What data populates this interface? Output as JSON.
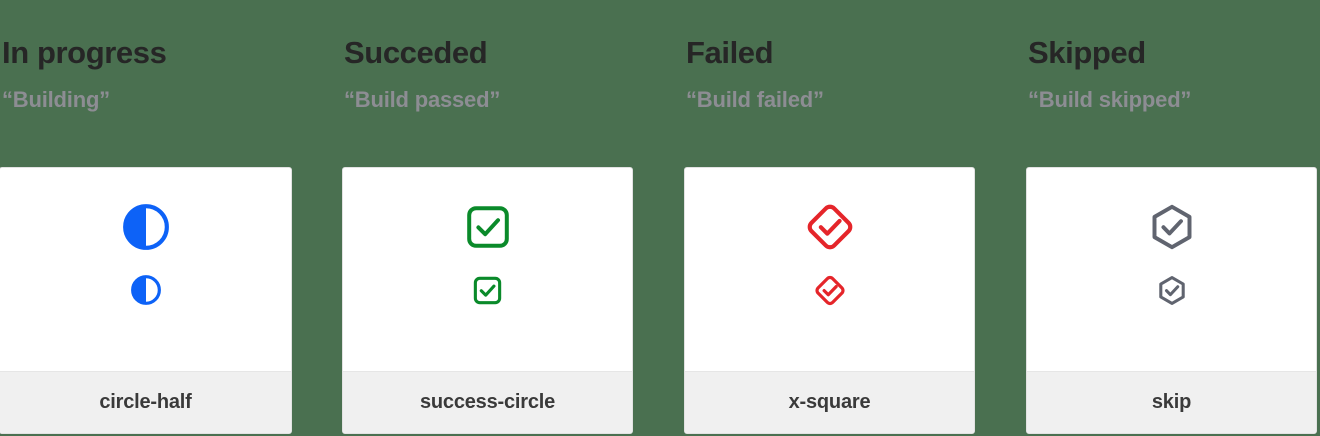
{
  "page": {
    "background_color": "#4a7050",
    "card_background": "#ffffff",
    "card_footer_background": "#f0f0f0"
  },
  "columns": [
    {
      "heading": "In progress",
      "subheading": "“Building”",
      "icon_name": "circle-half",
      "icon_label": "circle-half",
      "icon_color": "#0d62f7",
      "icon_kind": "circle-half"
    },
    {
      "heading": "Succeded",
      "subheading": "“Build passed”",
      "icon_name": "success-circle",
      "icon_label": "success-circle",
      "icon_color": "#0a8a2a",
      "icon_kind": "check-rounded-square"
    },
    {
      "heading": "Failed",
      "subheading": "“Build failed”",
      "icon_name": "x-square",
      "icon_label": "x-square",
      "icon_color": "#e5252a",
      "icon_kind": "check-diamond"
    },
    {
      "heading": "Skipped",
      "subheading": "“Build skipped”",
      "icon_name": "skip",
      "icon_label": "skip",
      "icon_color": "#60646f",
      "icon_kind": "check-hexagon"
    }
  ]
}
